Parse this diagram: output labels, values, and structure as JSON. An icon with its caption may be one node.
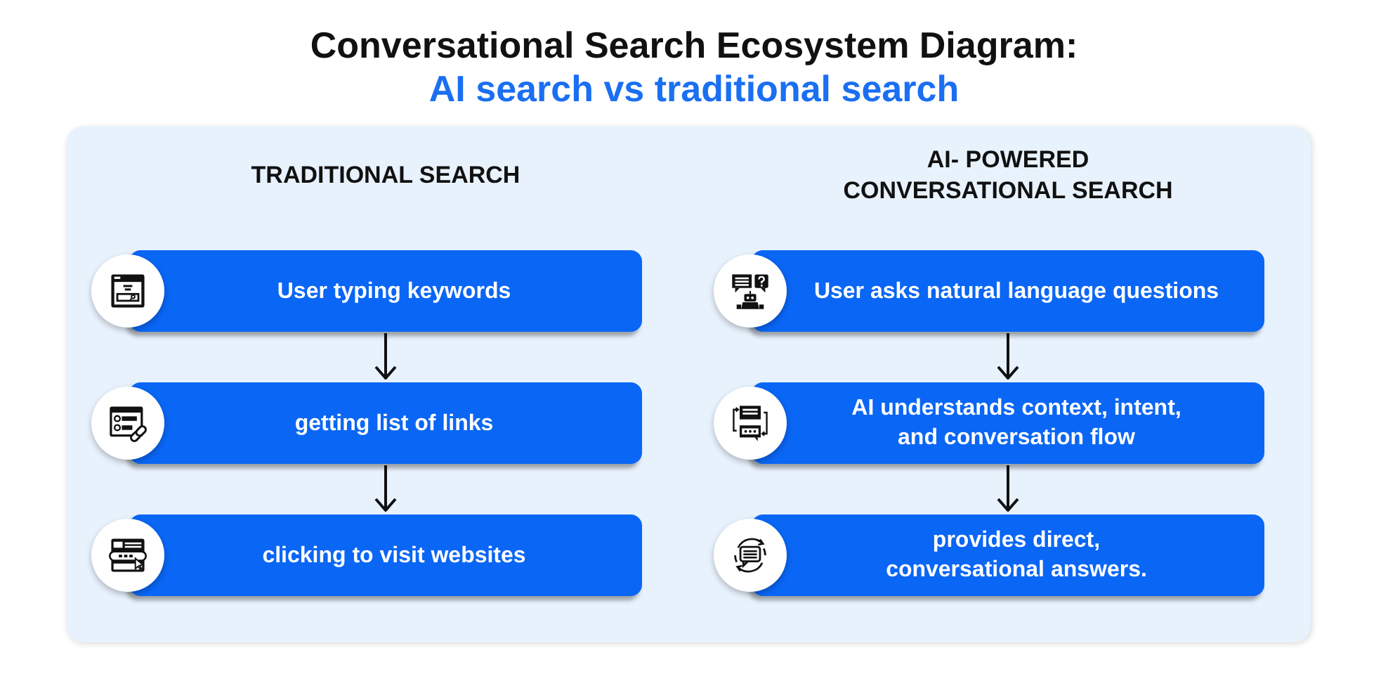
{
  "diagram": {
    "title": "Conversational Search Ecosystem Diagram:",
    "nodes": [
      {
        "text": [
          "TRADITIONAL SEARCH",
          "AI- POWERED CONVERSATIONAL SEARCH"
        ]
      },
      {
        "text": [
          "User typing keywords"
        ],
        "in": 0
      },
      {
        "text": [
          "getting list of links"
        ],
        "in": 0
      },
      {
        "text": [
          "clicking to visit websites"
        ],
        "in": 0
      },
      {
        "text": [
          "User asks natural language questions"
        ],
        "in": 0
      },
      {
        "text": [
          "AI understands context, intent, and conversation flow"
        ],
        "in": 0
      },
      {
        "text": [
          "provides direct, conversational answers."
        ],
        "in": 0
      }
    ],
    "edges": [
      {
        "from": 1,
        "to": 2,
        "arrow": "to"
      },
      {
        "from": 2,
        "to": 3,
        "arrow": "to"
      },
      {
        "from": 4,
        "to": 5,
        "arrow": "to"
      },
      {
        "from": 5,
        "to": 6,
        "arrow": "to"
      }
    ],
    "labels": [
      "AI search vs traditional search"
    ]
  }
}
